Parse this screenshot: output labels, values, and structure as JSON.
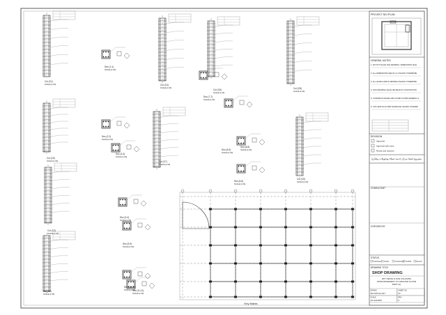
{
  "title_block": {
    "project_header": "PROJECT NO./PLAN",
    "general_notes_heading": "GENERAL NOTES",
    "general_notes": [
      "1. DO NOT SCALE THE DRAWING. DIMENSIONS SHALL BE CALCULATED.",
      "2. ALL DIMENSIONS ARE IN mm UNLESS OTHERWISE INDICATED.",
      "3. ALL LEVELS ARE IN METRES UNLESS OTHERWISE INDICATED.",
      "4. THIS DRAWING SHALL BE READ IN CONJUNCTION WITH ALL OTHER STRUCTURAL, ARCHITECTURAL AND SERVICES DRAWINGS.",
      "5. CONCRETE GRADE AND COVER AS PER GENERAL NOTES.",
      "6. LAP LENGTH AS PER SCHEDULE UNLESS OTHERWISE NOTED."
    ],
    "revision_heading": "REVISION",
    "revision_items": [
      "Approved",
      "Approved with notes",
      "Revise and resubmit"
    ],
    "arabic_title": "مشروع انشاء مركز خدمة عملاء وتحويلات وطارئ",
    "stamp_heading": "CONSULTANT",
    "checked_label": "CHECKED BY",
    "status_heading": "STATUS",
    "status_options": [
      "Preliminary",
      "Tender",
      "Construction",
      "As Built",
      "Record"
    ],
    "drawing_title_label": "DRAWING TITLE:",
    "drawing_title": "SHOP DRAWING",
    "drawing_subtitle": [
      "RFT DETAILS FOR COLUMNS",
      "FROM BASEMENT TO GROUND FLOOR",
      "PART (A)"
    ],
    "fields": [
      {
        "label": "DRAWN",
        "value": "SD-STR-01-017"
      },
      {
        "label": "SHEET NO.",
        "value": "01"
      },
      {
        "label": "SCALE",
        "value": "AS SHOWN"
      },
      {
        "label": "REV",
        "value": "0"
      }
    ]
  },
  "details": [
    {
      "label": "Col (C1)",
      "scale": "SCALE (1-50)"
    },
    {
      "label": "Col (C4)",
      "scale": "SCALE (1-50)"
    },
    {
      "label": "Sec (1-1)",
      "scale": "SCALE (1-50)"
    },
    {
      "label": "Sec (2-2)",
      "scale": "SCALE (1-50)"
    },
    {
      "label": "Col (C6)",
      "scale": "SCALE (1-50)"
    },
    {
      "label": "Sec (7-7)",
      "scale": "SCALE (1-50)"
    },
    {
      "label": "Col (C8)",
      "scale": "SCALE (1-50)"
    },
    {
      "label": "Col (C5)",
      "scale": "SCALE (1-50)"
    },
    {
      "label": "Sec (3-3)",
      "scale": "SCALE (1-50)"
    },
    {
      "label": "Sec (4-4)",
      "scale": "SCALE (1-50)"
    },
    {
      "label": "Sec (8-8)",
      "scale": "SCALE (1-50)"
    },
    {
      "label": "Sec (5-5)",
      "scale": "SCALE (1-50)"
    },
    {
      "label": "Col (C7)",
      "scale": "SCALE (1-50)"
    },
    {
      "label": "Sec (6-6)",
      "scale": "SCALE (1-50)"
    },
    {
      "label": "Col (C9)",
      "scale": "SCALE (1-50)"
    },
    {
      "label": "Col (C3)",
      "scale": "SCALE (1-50)"
    },
    {
      "label": "Sec (9-9)",
      "scale": "SCALE (1-50)"
    },
    {
      "label": "Sec (10-10)",
      "scale": "SCALE (1-50)"
    },
    {
      "label": "Col (C2)",
      "scale": "SCALE (1-50)"
    },
    {
      "label": "Sec (11-11)",
      "scale": "SCALE (1-50)"
    }
  ],
  "key_plan_label": "Key Marks",
  "schedule_header": [
    "Type",
    "C1",
    "C2"
  ],
  "colors": {
    "line": "#333333",
    "paper": "#ffffff"
  }
}
